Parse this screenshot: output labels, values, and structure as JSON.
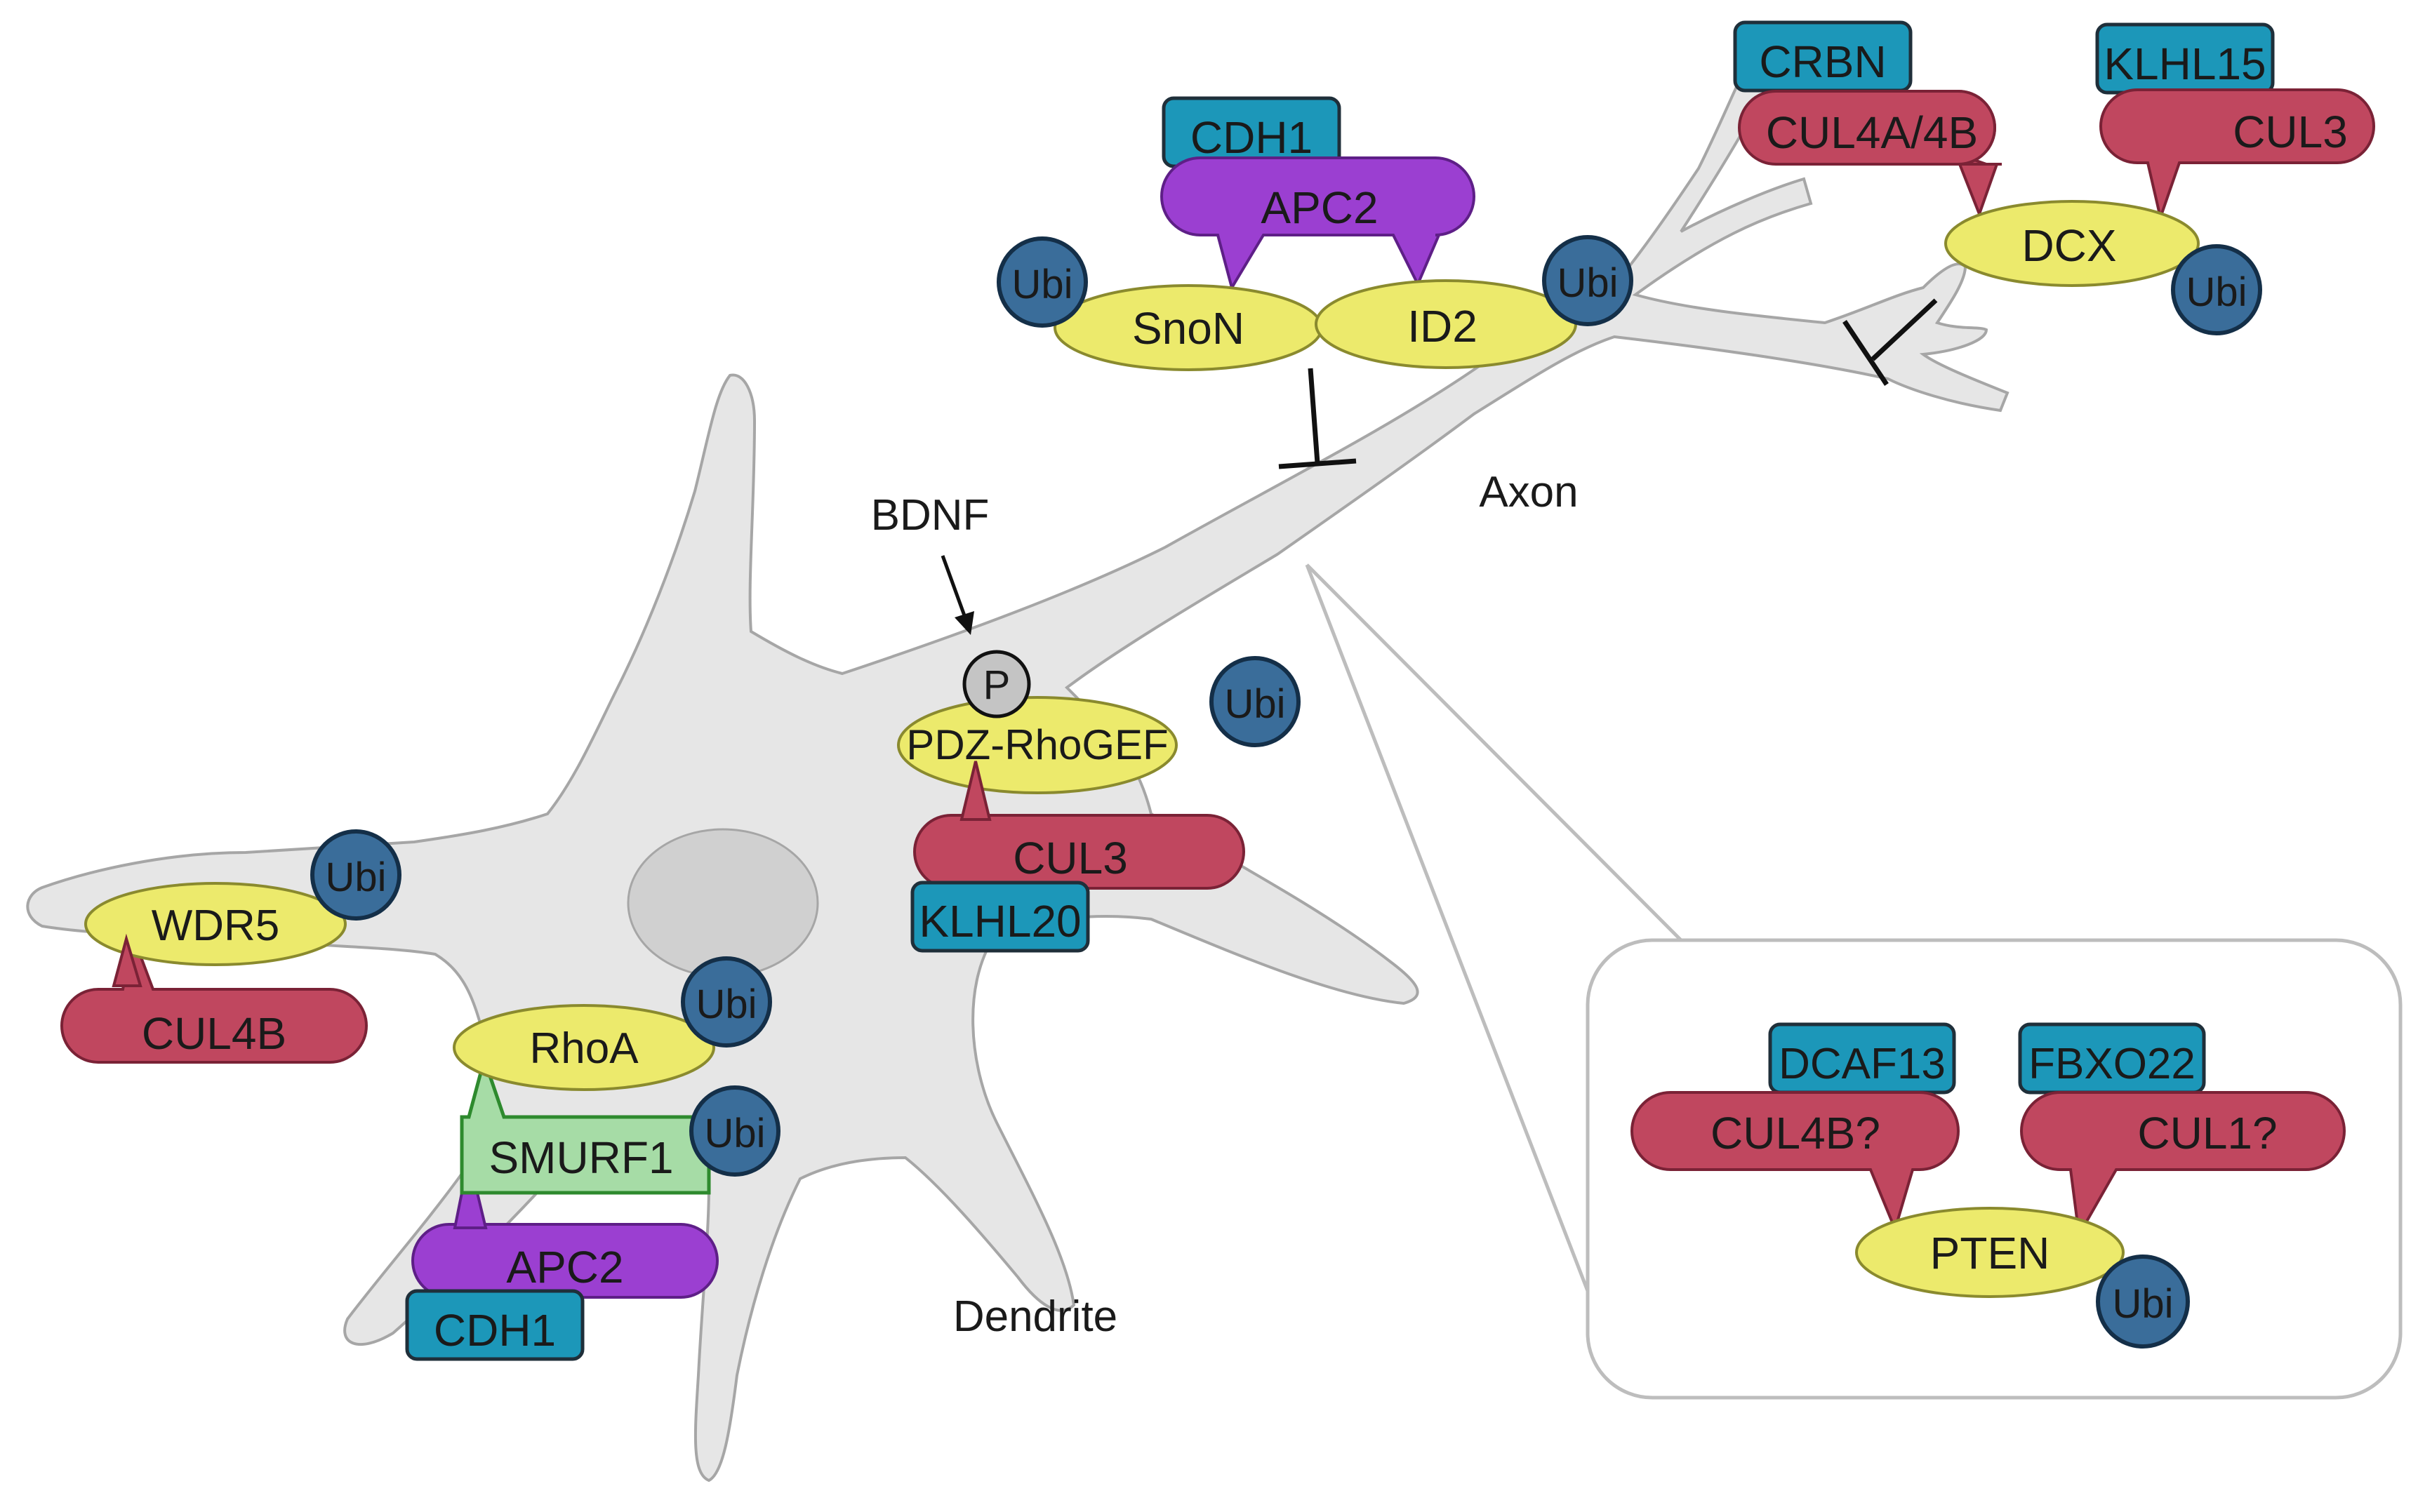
{
  "colors": {
    "cell_fill": "#e6e6e6",
    "cell_stroke": "#a6a6a6",
    "nucleus_fill": "#d0d0d0",
    "substrate_fill": "#ecea6c",
    "substrate_stroke": "#8a8a2e",
    "cullin_fill": "#c0475f",
    "cullin_stroke": "#7a2236",
    "apc_fill": "#9b3fd1",
    "apc_stroke": "#5e1f87",
    "adaptor_fill": "#1c97b9",
    "adaptor_stroke": "#1f2f3a",
    "smurf_fill": "#a6dca6",
    "smurf_stroke": "#2e8a2e",
    "ubi_fill": "#3a6d9a",
    "ubi_stroke": "#142f48",
    "phospho_fill": "#c4c4c4",
    "text": "#1a1a1a"
  },
  "labels": {
    "axon": "Axon",
    "dendrite": "Dendrite",
    "bdnf": "BDNF"
  },
  "ubi_label": "Ubi",
  "phospho_label": "P",
  "substrates": {
    "snon": "SnoN",
    "id2": "ID2",
    "dcx": "DCX",
    "pdz_rhogef": "PDZ-RhoGEF",
    "wdr5": "WDR5",
    "rhoa": "RhoA",
    "pten": "PTEN"
  },
  "ligases": {
    "apc2_axon": "APC2",
    "cul4a_4b": "CUL4A/4B",
    "cul3_axon": "CUL3",
    "cul3_soma": "CUL3",
    "cul4b_dendrite": "CUL4B",
    "smurf1": "SMURF1",
    "apc2_dendrite": "APC2",
    "cul4b_question": "CUL4B?",
    "cul1_question": "CUL1?"
  },
  "adaptors": {
    "cdh1_axon": "CDH1",
    "crbn": "CRBN",
    "klhl15": "KLHL15",
    "klhl20": "KLHL20",
    "cdh1_dendrite": "CDH1",
    "dcaf13": "DCAF13",
    "fbxo22": "FBXO22"
  }
}
